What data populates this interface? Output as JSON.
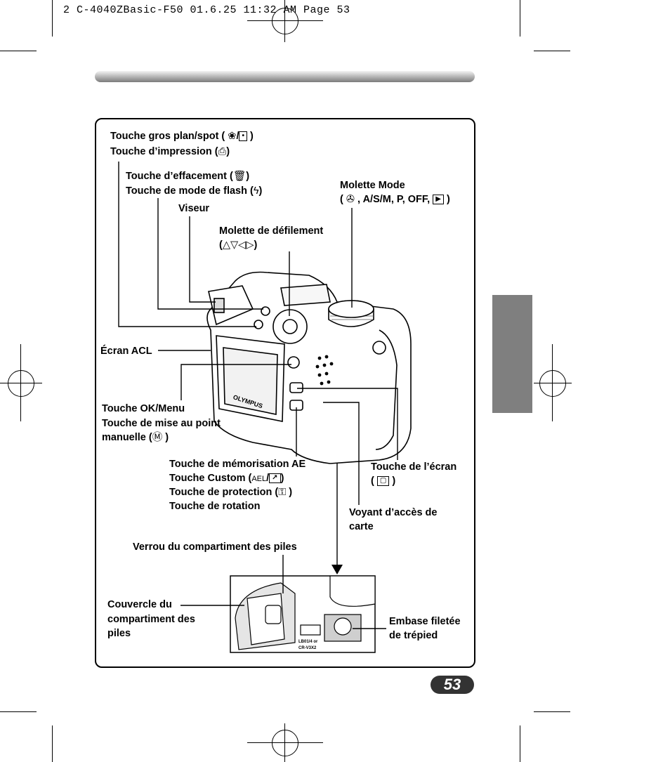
{
  "print_header": "2 C-4040ZBasic-F50  01.6.25 11:32 AM  Page 53",
  "page_number": "53",
  "labels": {
    "closeup_button": "Touche gros plan/spot (",
    "print_button": "Touche d’impression (",
    "erase_button": "Touche d’effacement (",
    "flash_mode_button": "Touche de mode de flash (",
    "viewfinder": "Viseur",
    "mode_dial_line1": "Molette Mode",
    "mode_dial_line2": ", A/S/M, P, OFF,",
    "arrow_pad_line1": "Molette de défilement",
    "lcd_monitor": "Écran ACL",
    "ok_menu_button": "Touche OK/Menu",
    "manual_focus_line1": "Touche de mise au point",
    "manual_focus_line2": "manuelle (",
    "ae_lock_button": "Touche de mémorisation AE",
    "custom_button": "Touche Custom (",
    "protect_button": "Touche de protection (",
    "rotate_button": "Touche de rotation",
    "monitor_button_line1": "Touche de l’écran",
    "card_access_line1": "Voyant d’accès de",
    "card_access_line2": "carte",
    "battery_lock": "Verrou du compartiment des piles",
    "battery_cover_line1": "Couvercle du",
    "battery_cover_line2": "compartiment des",
    "battery_cover_line3": "piles",
    "tripod_line1": "Embase filetée",
    "tripod_line2": "de trépied",
    "camera_brand": "OLYMPUS",
    "battery_text_line1": "LB01/4 or",
    "battery_text_line2": "CR-V3X2",
    "ael_text": "AEL"
  }
}
